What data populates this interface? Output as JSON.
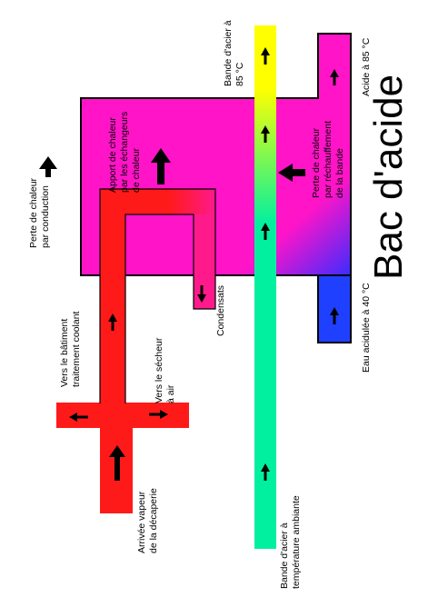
{
  "title": "Bac d'acide",
  "labels": {
    "band_hot": [
      "Bande d'acier à",
      "85 °C"
    ],
    "acid_85": [
      "Acide à 85 °C"
    ],
    "heat_supply": [
      "Apport de chaleur",
      "par les échangeurs",
      "de chaleur"
    ],
    "heat_band": [
      "Perte de chaleur",
      "par réchauffement",
      "de la bande"
    ],
    "loss_conduction": [
      "Perte de chaleur",
      "par conduction"
    ],
    "condensates": [
      "Condensats"
    ],
    "to_building": [
      "Vers le bâtiment",
      "traitement coolant"
    ],
    "to_dryer": [
      "Vers le sécheur",
      "à air"
    ],
    "steam_in": [
      "Arrivée vapeur",
      "de la décaperie"
    ],
    "band_cold": [
      "Bande d'acier à",
      "température ambiante"
    ],
    "water_40": [
      "Eau acidulée à 40 °C"
    ]
  },
  "colors": {
    "tank": "#ff14c8",
    "steam": "#ff1a1a",
    "water": "#2040ff",
    "band_top": "#ffff00",
    "band_bottom": "#00f0a0",
    "outline": "#000000"
  },
  "icons": [
    "arrow-icon"
  ]
}
